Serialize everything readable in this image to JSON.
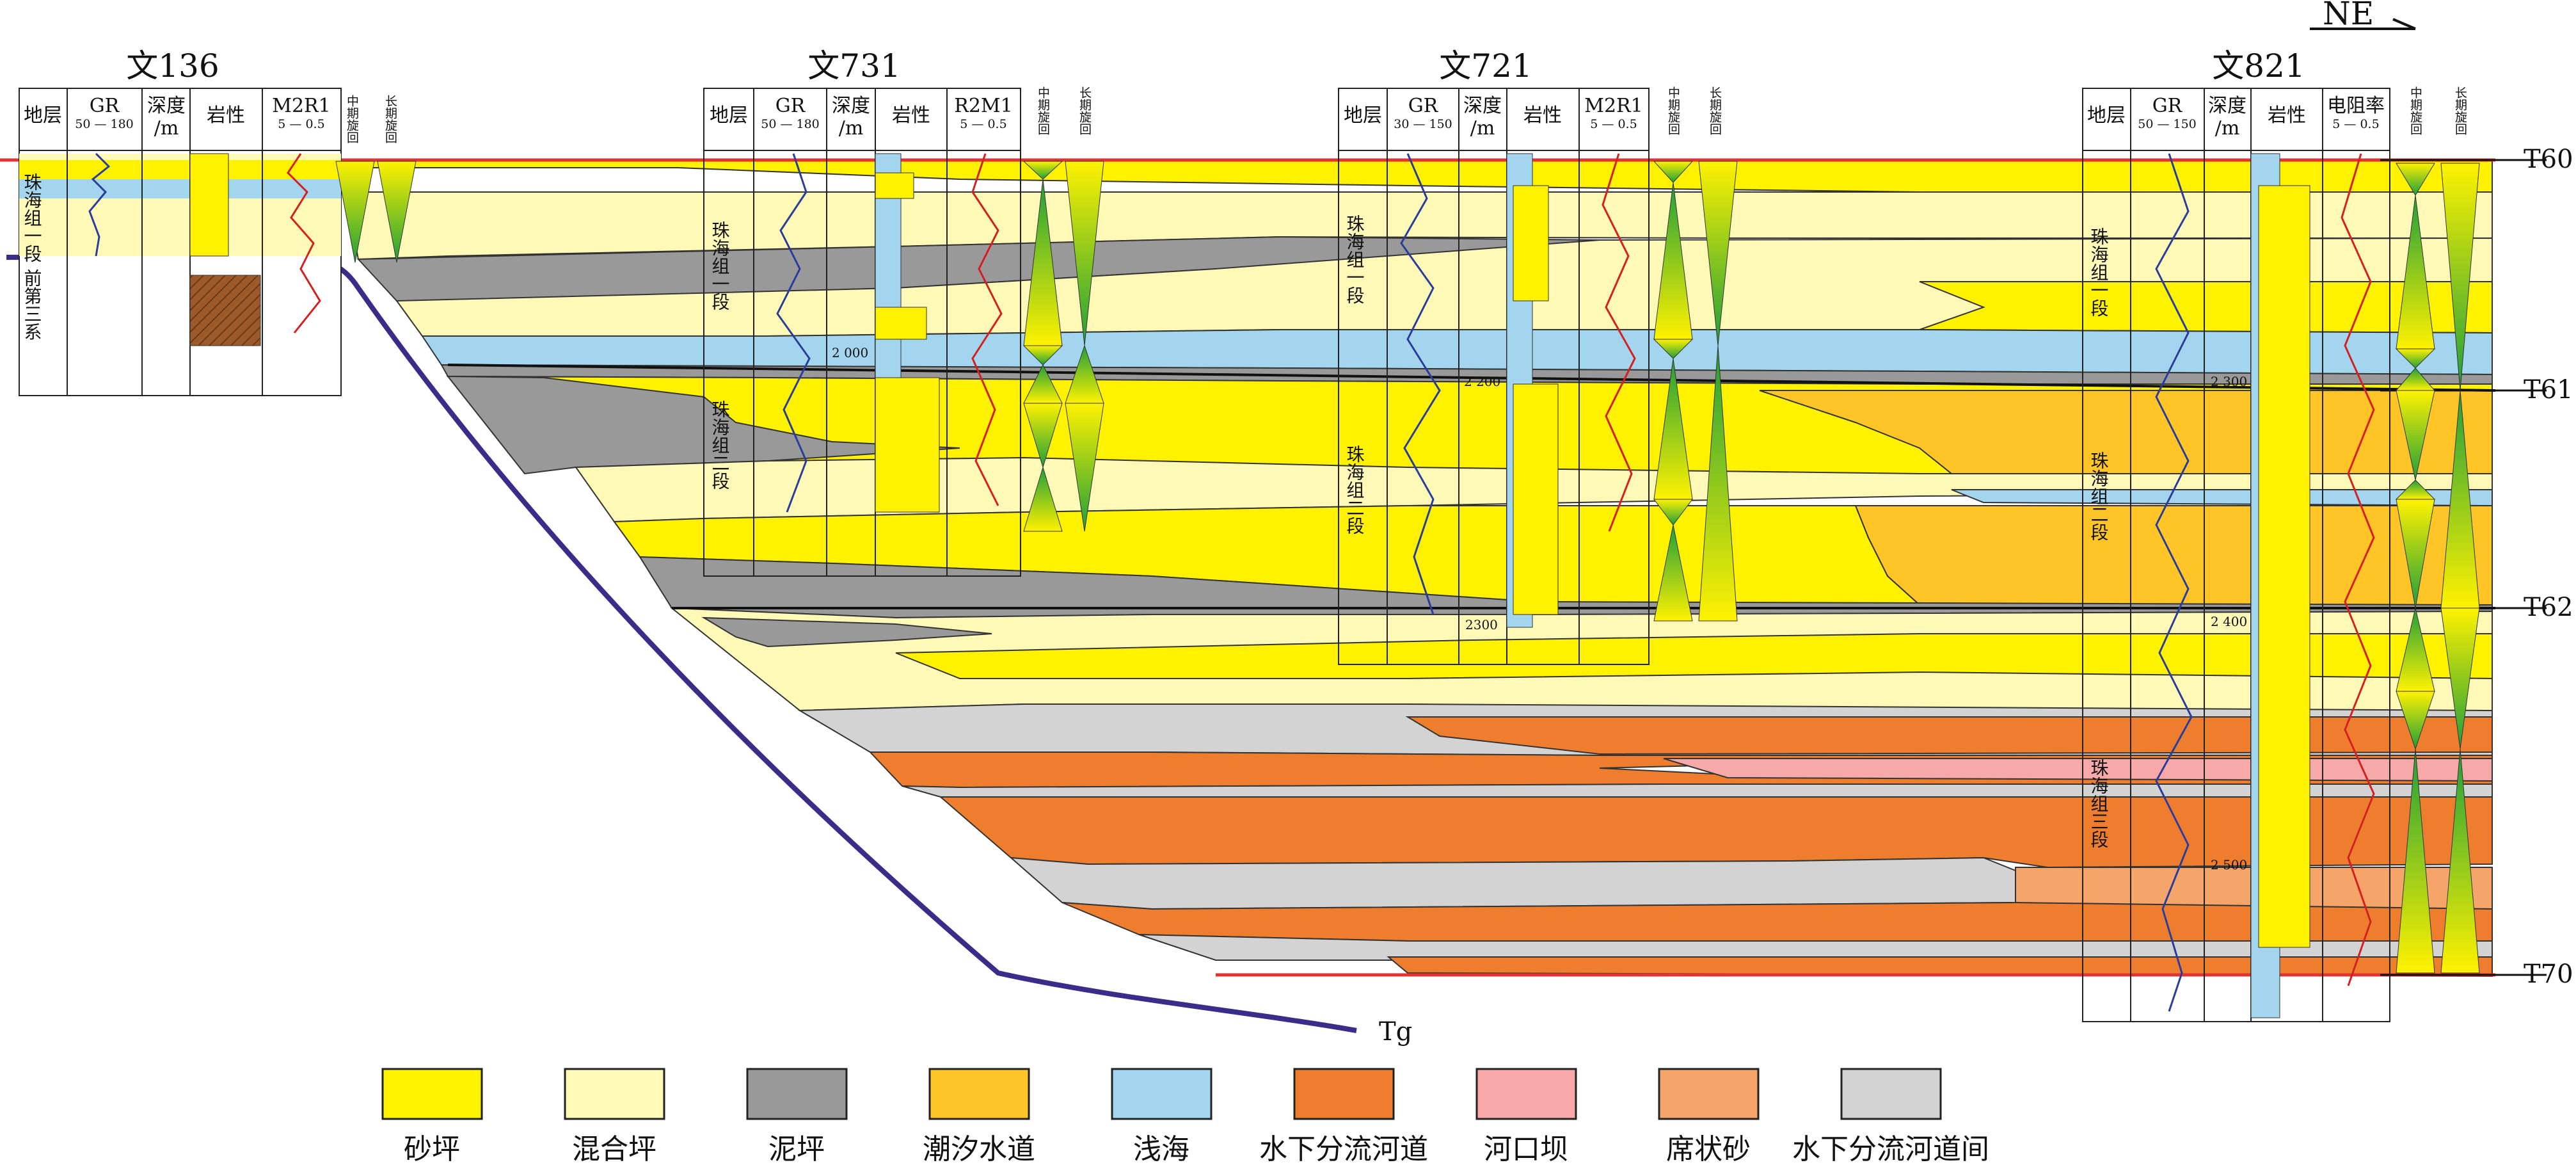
{
  "orientation": "NE",
  "horizons": [
    "T60",
    "T61",
    "T62",
    "T70",
    "Tg"
  ],
  "col_headers": {
    "strat": "地层",
    "gr": "GR",
    "depth": "深度",
    "depth_unit": "/m",
    "litho": "岩性",
    "mid_cycle": "中期旋回",
    "long_cycle": "长期旋回"
  },
  "wells": [
    {
      "name": "文136",
      "gr_range": "50 — 180",
      "res_label": "M2R1",
      "res_range": "5 — 0.5",
      "strat_units": [
        "珠海组一段",
        "前第三系"
      ],
      "depth_marks": []
    },
    {
      "name": "文731",
      "gr_range": "50 — 180",
      "res_label": "R2M1",
      "res_range": "5 — 0.5",
      "strat_units": [
        "珠海组一段",
        "珠海组二段"
      ],
      "depth_marks": [
        "2 000"
      ]
    },
    {
      "name": "文721",
      "gr_range": "30 — 150",
      "res_label": "M2R1",
      "res_range": "5 — 0.5",
      "strat_units": [
        "珠海组一段",
        "珠海组二段"
      ],
      "depth_marks": [
        "2 200",
        "2300"
      ]
    },
    {
      "name": "文821",
      "gr_range": "50 — 150",
      "res_label": "电阻率",
      "res_range": "5 — 0.5",
      "strat_units": [
        "珠海组一段",
        "珠海组二段",
        "珠海组三段"
      ],
      "depth_marks": [
        "2 300",
        "2 400",
        "2 500"
      ]
    }
  ],
  "legend": [
    {
      "label": "砂坪",
      "color": "#FFF200"
    },
    {
      "label": "混合坪",
      "color": "#FFF9B8"
    },
    {
      "label": "泥坪",
      "color": "#999999"
    },
    {
      "label": "潮汐水道",
      "color": "#FFC425"
    },
    {
      "label": "浅海",
      "color": "#A3D6EE"
    },
    {
      "label": "水下分流河道",
      "color": "#EE7E2E"
    },
    {
      "label": "河口坝",
      "color": "#F7A8A8"
    },
    {
      "label": "席状砂",
      "color": "#F5A46A"
    },
    {
      "label": "水下分流河道间",
      "color": "#D3D3D3"
    }
  ]
}
